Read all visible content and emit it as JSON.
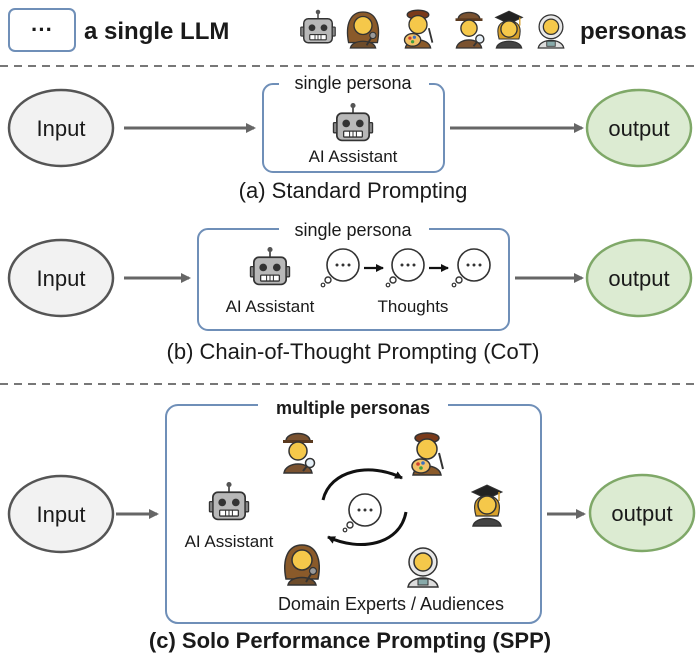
{
  "legend": {
    "llm_box_text": "···",
    "llm_label": "a single LLM",
    "personas_label": "personas",
    "persona_icons": [
      "robot-icon",
      "singer-icon",
      "artist-icon",
      "detective-icon",
      "graduate-icon",
      "astronaut-icon"
    ]
  },
  "panel_a": {
    "input": "Input",
    "box_label": "single persona",
    "assistant": "AI Assistant",
    "output": "output",
    "caption": "(a) Standard Prompting"
  },
  "panel_b": {
    "input": "Input",
    "box_label": "single persona",
    "assistant": "AI Assistant",
    "thoughts": "Thoughts",
    "bubble_text": "···",
    "output": "output",
    "caption": "(b) Chain-of-Thought Prompting (CoT)"
  },
  "panel_c": {
    "input": "Input",
    "box_label": "multiple personas",
    "assistant": "AI Assistant",
    "experts": "Domain Experts / Audiences",
    "bubble_text": "···",
    "output": "output",
    "caption": "(c) Solo Performance Prompting (SPP)"
  },
  "colors": {
    "box_border": "#6f8fb8",
    "input_fill": "#f2f2f2",
    "output_fill": "#dcebd2",
    "output_border": "#7fa868",
    "arrow": "#666666",
    "divider": "#777777"
  }
}
